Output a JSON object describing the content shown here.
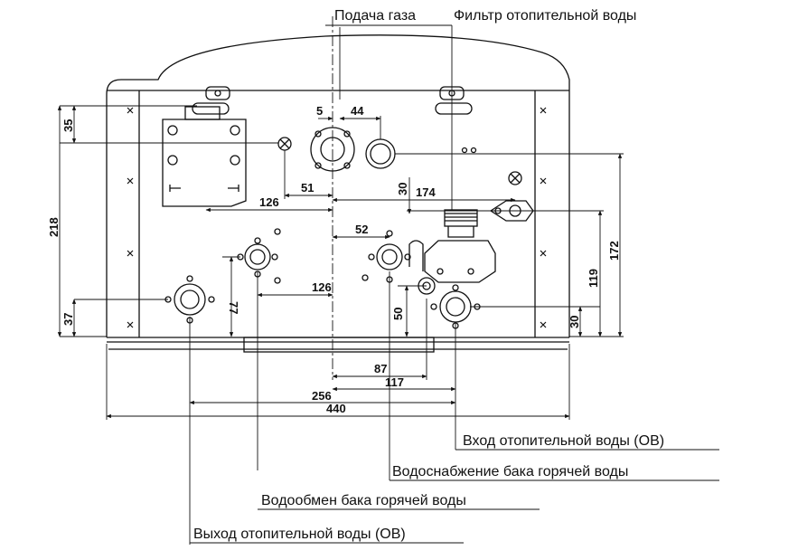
{
  "labels": {
    "gas_supply": "Подача газа",
    "heating_filter": "Фильтр отопительной воды",
    "heating_inlet": "Вход отопительной воды (ОВ)",
    "tank_supply": "Водоснабжение бака горячей воды",
    "tank_exchange": "Водообмен бака горячей воды",
    "heating_outlet": "Выход отопительной воды (ОВ)"
  },
  "dimensions": {
    "d35": "35",
    "d218": "218",
    "d37": "37",
    "d77": "77",
    "d5": "5",
    "d44": "44",
    "d51": "51",
    "d126_top": "126",
    "d30_top": "30",
    "d174": "174",
    "d52": "52",
    "d126_mid": "126",
    "d50": "50",
    "d172": "172",
    "d119": "119",
    "d30_right": "30",
    "d87": "87",
    "d117": "117",
    "d256": "256",
    "d440": "440"
  }
}
